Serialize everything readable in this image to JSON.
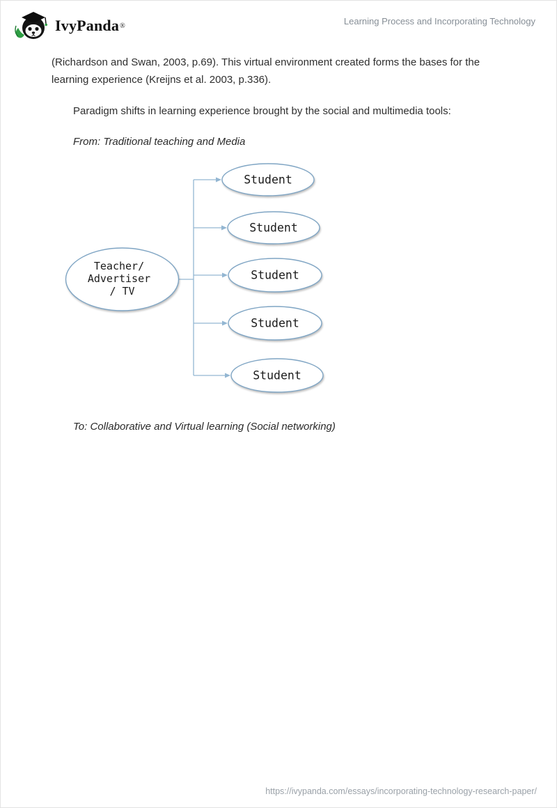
{
  "page": {
    "brand": "IvyPanda",
    "registered_mark": "®",
    "header_title": "Learning Process and Incorporating Technology",
    "footer_url": "https://ivypanda.com/essays/incorporating-technology-research-paper/"
  },
  "content": {
    "intro": "(Richardson and Swan, 2003, p.69). This virtual environment created forms the bases for the learning experience (Kreijns et al. 2003, p.336).",
    "paradigm": "Paradigm shifts in learning experience brought by the social and multimedia tools:",
    "from_caption": "From: Traditional teaching and Media",
    "to_caption": "To: Collaborative and Virtual learning (Social networking)"
  },
  "diagram": {
    "teacher": {
      "lines": [
        "Teacher/",
        "Advertiser",
        "/ TV"
      ]
    },
    "students": [
      "Student",
      "Student",
      "Student",
      "Student",
      "Student"
    ],
    "stroke_color": "#7fa5c4",
    "line_color": "#93b6d2"
  },
  "colors": {
    "brand_text": "#111111",
    "body_text": "#2e2e2e",
    "muted_text": "#868e96",
    "leaf_green": "#2f9e44"
  }
}
